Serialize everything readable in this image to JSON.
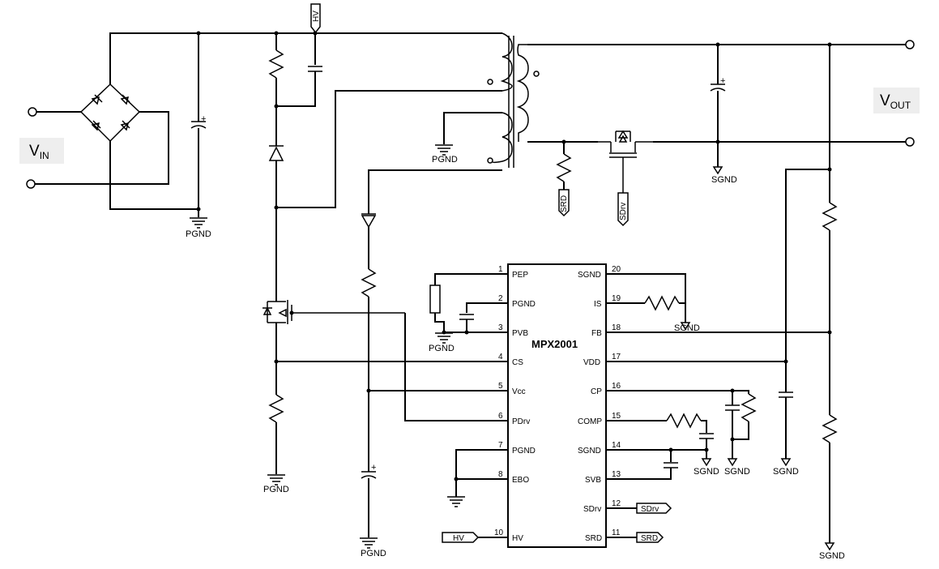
{
  "ic": {
    "name": "MPX2001",
    "left_pins": [
      {
        "num": "1",
        "name": "PEP"
      },
      {
        "num": "2",
        "name": "PGND"
      },
      {
        "num": "3",
        "name": "PVB"
      },
      {
        "num": "4",
        "name": "CS"
      },
      {
        "num": "5",
        "name": "Vcc"
      },
      {
        "num": "6",
        "name": "PDrv"
      },
      {
        "num": "7",
        "name": "PGND"
      },
      {
        "num": "8",
        "name": "EBO"
      },
      {
        "num": "10",
        "name": "HV"
      }
    ],
    "right_pins": [
      {
        "num": "20",
        "name": "SGND"
      },
      {
        "num": "19",
        "name": "IS"
      },
      {
        "num": "18",
        "name": "FB"
      },
      {
        "num": "17",
        "name": "VDD"
      },
      {
        "num": "16",
        "name": "CP"
      },
      {
        "num": "15",
        "name": "COMP"
      },
      {
        "num": "14",
        "name": "SGND"
      },
      {
        "num": "13",
        "name": "SVB"
      },
      {
        "num": "12",
        "name": "SDrv"
      },
      {
        "num": "11",
        "name": "SRD"
      }
    ]
  },
  "input": {
    "label_main": "V",
    "label_sub": "IN"
  },
  "output": {
    "label_main": "V",
    "label_sub": "OUT"
  },
  "net_labels": {
    "hv_top": "HV",
    "hv_pin": "HV",
    "srd_sec": "SRD",
    "sdrv_sec": "SDrv",
    "sdrv_pin": "SDrv",
    "srd_pin": "SRD"
  },
  "grounds": {
    "pgnd": "PGND",
    "sgnd": "SGND"
  },
  "colors": {
    "wire": "#000000",
    "label_box": "#eeeeee",
    "background": "#ffffff"
  }
}
